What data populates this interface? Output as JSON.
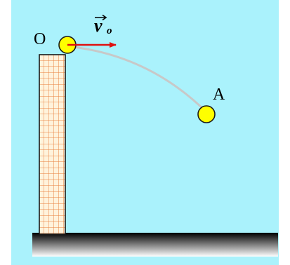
{
  "labels": {
    "origin": "O",
    "point_a": "A",
    "velocity_symbol": "v",
    "velocity_subscript": "o"
  },
  "colors": {
    "background": "#aaf2fc",
    "ball_fill": "#ffff00",
    "ball_stroke": "#1a1a1a",
    "tower_fill": "#fff3dc",
    "tower_grid": "#e8823e",
    "arrow": "#e01010",
    "trajectory": "#c8c8c8",
    "ground_top": "#000000",
    "ground_bottom": "#ffffff"
  },
  "icons": {
    "velocity_arrow": "right-arrow",
    "vector_hat": "overhead-arrow"
  }
}
